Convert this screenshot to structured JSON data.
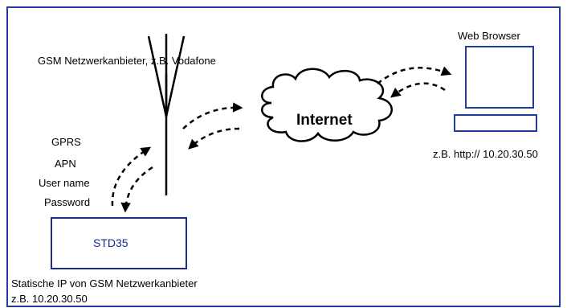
{
  "labels": {
    "web_browser": "Web Browser",
    "gsm_provider": "GSM Netzwerkanbieter, z.B. Vodafone",
    "internet": "Internet",
    "browser_url": "z.B. http:// 10.20.30.50",
    "gprs": "GPRS",
    "apn": "APN",
    "user_name": "User name",
    "password": "Password",
    "device": "STD35",
    "static_ip": "Statische IP von GSM Netzwerkanbieter",
    "static_ip_example": "z.B. 10.20.30.50"
  },
  "colors": {
    "frame": "#1f3da0",
    "device_box": "#1a2b8c",
    "line": "#000000",
    "background": "#ffffff"
  }
}
